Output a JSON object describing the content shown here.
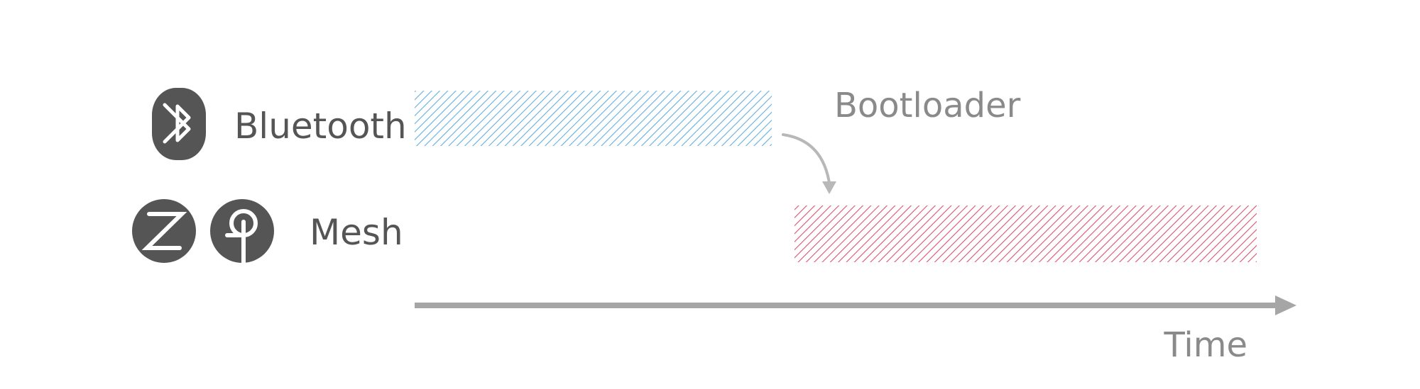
{
  "rows": [
    {
      "id": "bluetooth",
      "label": "Bluetooth",
      "icons": [
        "bluetooth-icon"
      ]
    },
    {
      "id": "mesh",
      "label": "Mesh",
      "icons": [
        "zigbee-icon",
        "thread-icon"
      ]
    }
  ],
  "annotation": {
    "label": "Bootloader"
  },
  "axis": {
    "label": "Time"
  },
  "colors": {
    "bluetooth_bar": "#63aee0",
    "mesh_bar": "#d9546e",
    "icon_fill": "#555555",
    "text_dark": "#555555",
    "text_light": "#8a8a8a",
    "axis": "#a6a6a6",
    "connector": "#b8b8b8"
  }
}
